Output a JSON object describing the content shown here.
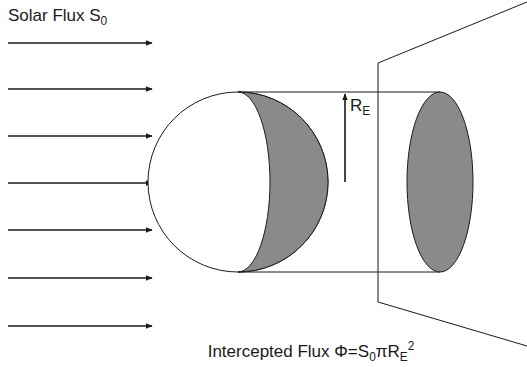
{
  "diagram": {
    "labels": [
      "Solar Flux S",
      "0",
      "R",
      "E",
      "Intercepted Flux Φ=S",
      "0",
      "πR",
      "E",
      "2"
    ]
  }
}
